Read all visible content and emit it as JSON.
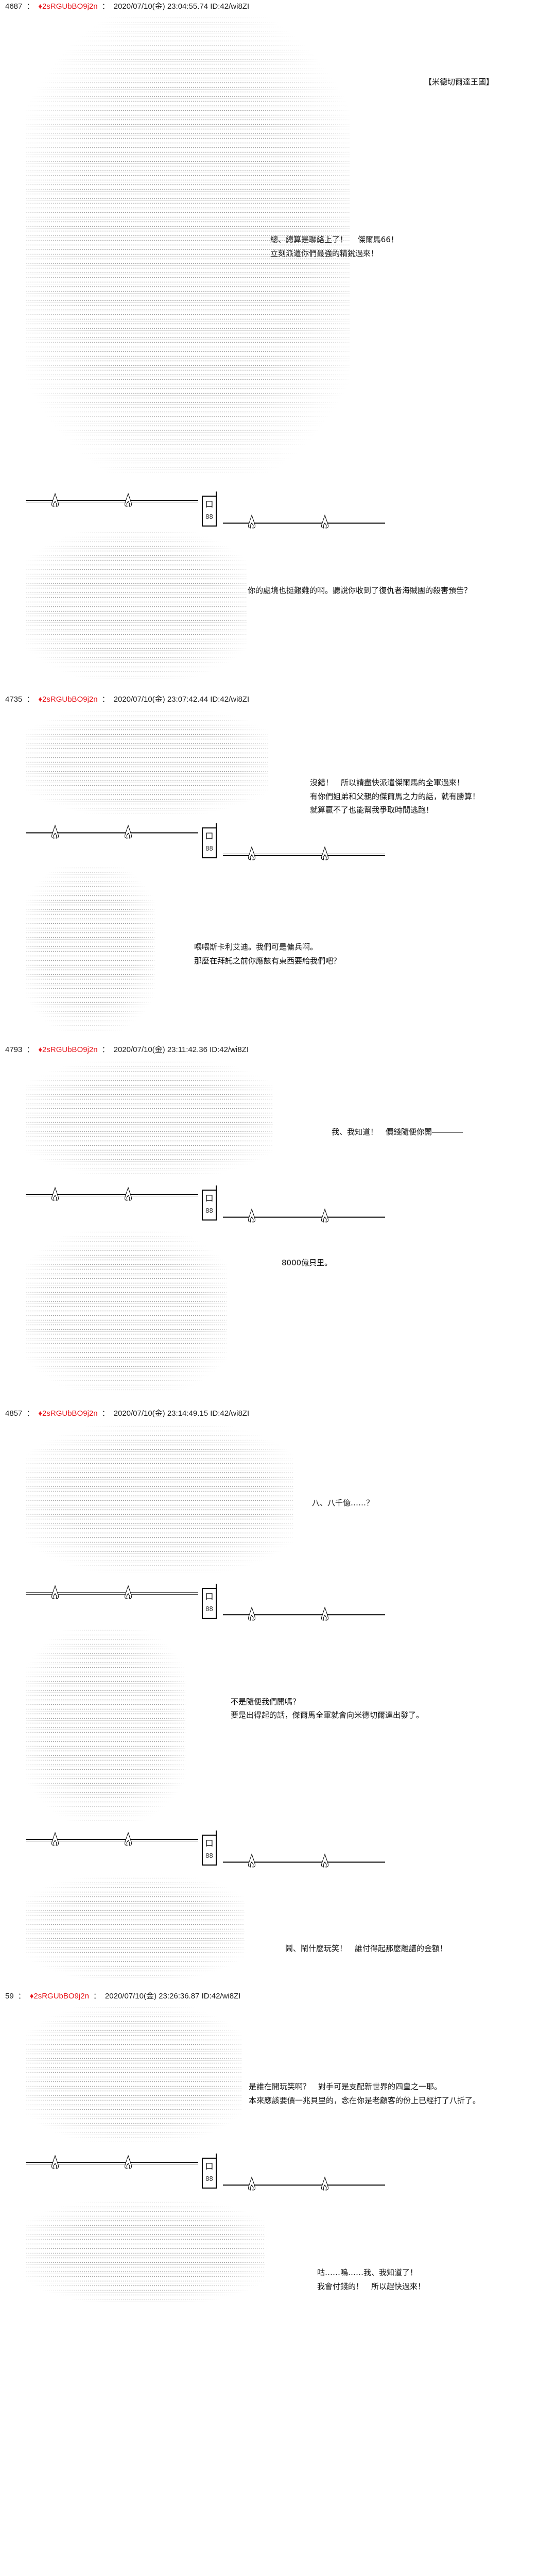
{
  "posts": [
    {
      "number": "4687",
      "name": "♦2sRGUbBO9j2n",
      "datetime": "2020/07/10(金) 23:04:55.74",
      "id": "ID:42/wi8ZI"
    },
    {
      "number": "4735",
      "name": "♦2sRGUbBO9j2n",
      "datetime": "2020/07/10(金) 23:07:42.44",
      "id": "ID:42/wi8ZI"
    },
    {
      "number": "4793",
      "name": "♦2sRGUbBO9j2n",
      "datetime": "2020/07/10(金) 23:11:42.36",
      "id": "ID:42/wi8ZI"
    },
    {
      "number": "4857",
      "name": "♦2sRGUbBO9j2n",
      "datetime": "2020/07/10(金) 23:14:49.15",
      "id": "ID:42/wi8ZI"
    },
    {
      "number": "59",
      "name": "♦2sRGUbBO9j2n",
      "datetime": "2020/07/10(金) 23:26:36.87",
      "id": "ID:42/wi8ZI"
    }
  ],
  "separator": "：",
  "dialogue": [
    "【米德切爾達王國】",
    "總、總算是聯絡上了！　 傑爾馬66！",
    "立刻派遣你們最強的精銳過來！",
    "你的處境也挺艱難的啊。聽說你收到了復仇者海賊團的殺害預告？",
    "沒錯！　所以請盡快派遣傑爾馬的全軍過來！",
    "有你們姐弟和父親的傑爾馬之力的話，就有勝算！",
    "就算贏不了也能幫我爭取時間逃跑！",
    "喂喂斯卡利艾迪。我們可是傭兵啊。",
    "那麼在拜託之前你應該有東西要給我們吧？",
    "我、我知道！　價錢隨便你開――――",
    "8000億貝里。",
    "八、八千億……？",
    "不是隨便我們開嗎？",
    "要是出得起的話，傑爾馬全軍就會向米德切爾達出發了。",
    "鬧、鬧什麼玩笑！　誰付得起那麼離譜的金額！",
    "是誰在開玩笑啊？　對手可是支配新世界的四皇之一耶。",
    "本來應該要價一兆貝里的，念在你是老顧客的份上已經打了八折了。",
    "咕……嗚……我、我知道了！",
    "我會付錢的！　所以趕快過來！"
  ],
  "divider": {
    "box_glyph": "口",
    "box_number": "88",
    "icon": "flame-icon"
  },
  "colors": {
    "name": "#e8161c",
    "text": "#000000",
    "background": "#ffffff"
  }
}
